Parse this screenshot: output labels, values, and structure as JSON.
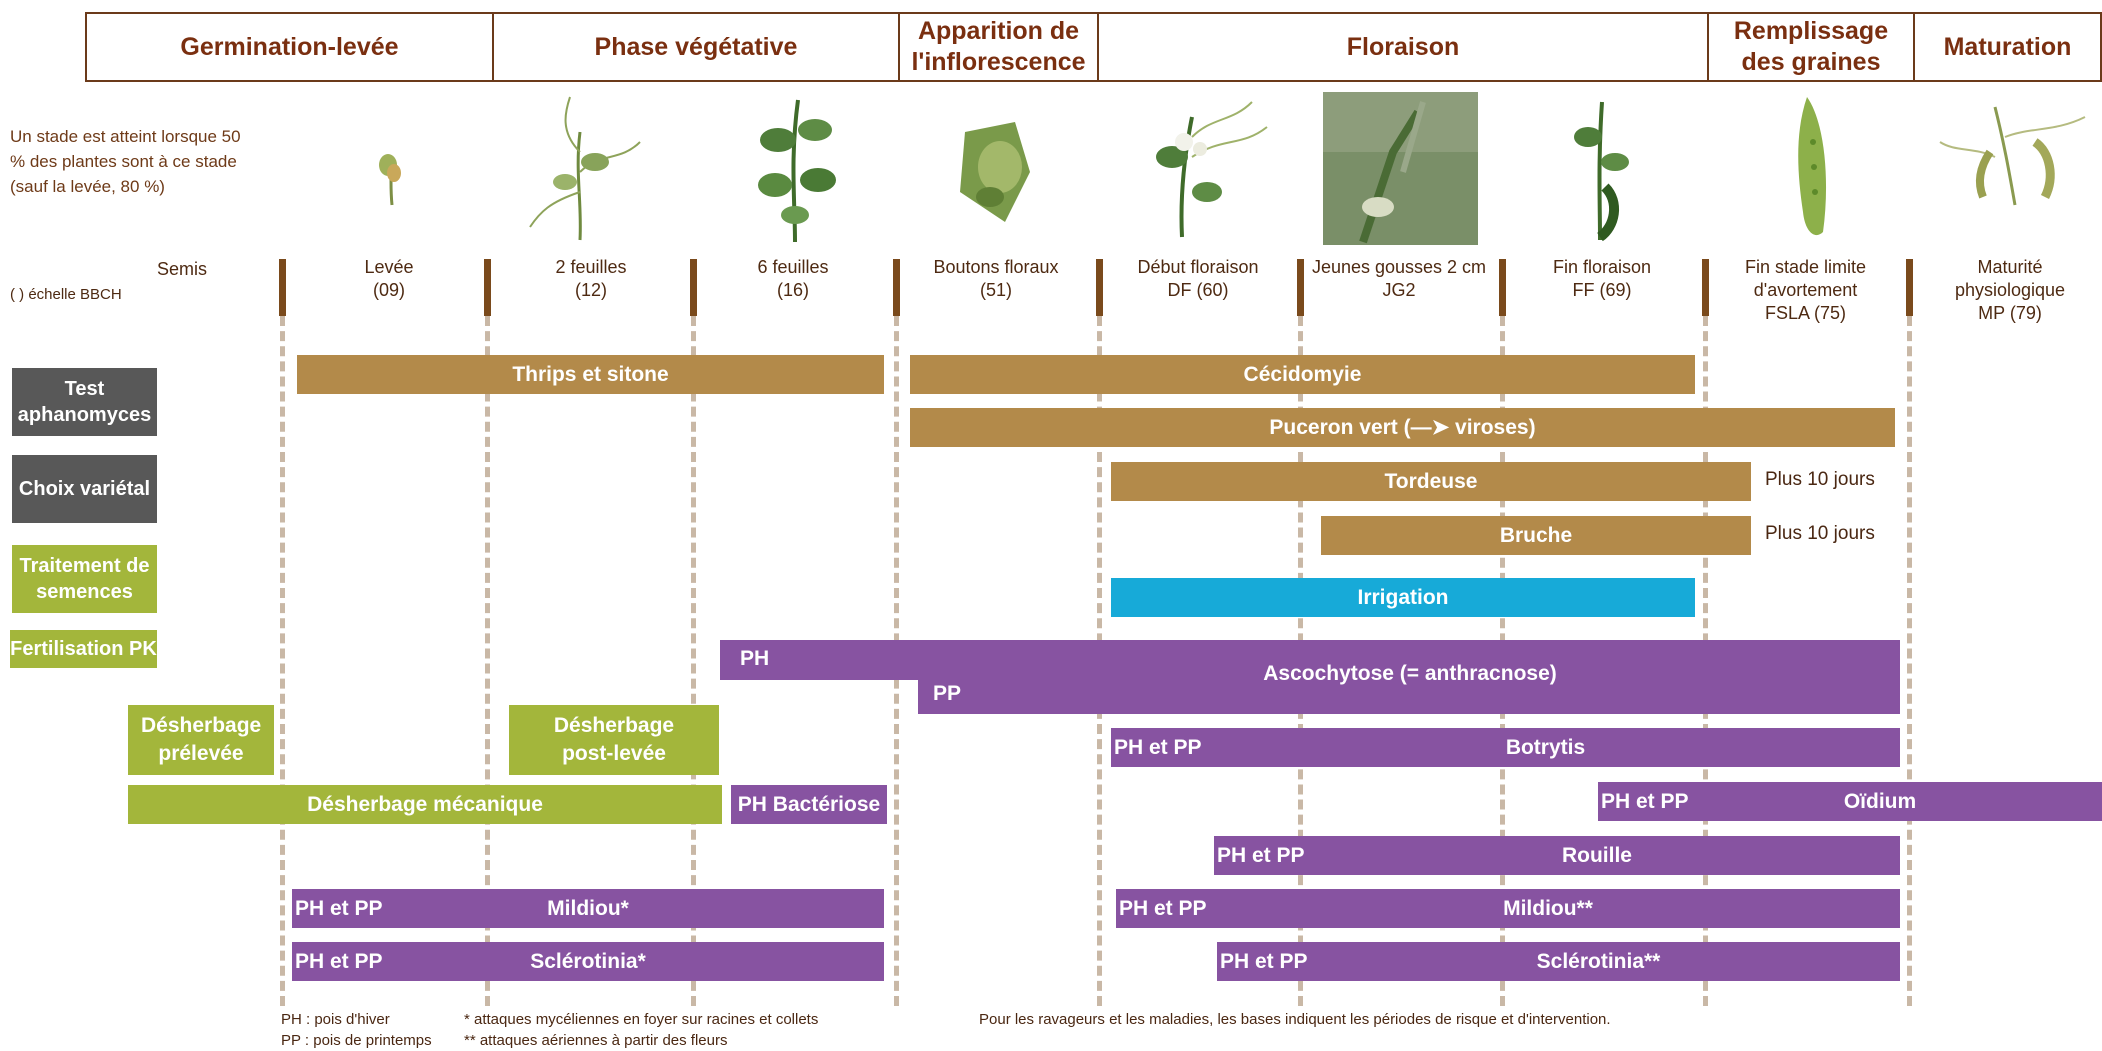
{
  "phases": [
    "Germination-levée",
    "Phase végétative",
    "Apparition de l'inflorescence",
    "Floraison",
    "Remplissage des graines",
    "Maturation"
  ],
  "note": "Un stade est atteint lorsque 50 % des plantes sont à ce stade (sauf la levée, 80 %)",
  "bbch_label": "( ) échelle BBCH",
  "stages": [
    {
      "name": "Semis",
      "code": ""
    },
    {
      "name": "Levée",
      "code": "(09)"
    },
    {
      "name": "2 feuilles",
      "code": "(12)"
    },
    {
      "name": "6 feuilles",
      "code": "(16)"
    },
    {
      "name": "Boutons floraux",
      "code": "(51)"
    },
    {
      "name": "Début floraison",
      "code": "DF (60)"
    },
    {
      "name": "Jeunes gousses 2 cm",
      "code": "JG2"
    },
    {
      "name": "Fin floraison",
      "code": "FF (69)"
    },
    {
      "name": "Fin stade limite d'avortement",
      "code": "FSLA (75)"
    },
    {
      "name": "Maturité physiologique",
      "code": "MP (79)"
    }
  ],
  "side_items": [
    "Test aphanomyces",
    "Choix variétal",
    "Traitement de semences",
    "Fertilisation PK"
  ],
  "bars": {
    "thrips": "Thrips et sitone",
    "cecidomyie": "Cécidomyie",
    "puceron": "Puceron vert (—➤ viroses)",
    "tordeuse": "Tordeuse",
    "bruche": "Bruche",
    "irrigation": "Irrigation",
    "ascochytose": "Ascochytose  (= anthracnose)",
    "ascochytose_ph": "PH",
    "ascochytose_pp": "PP",
    "desherbage_prelevee": "Désherbage prélevée",
    "desherbage_postlevee": "Désherbage post-levée",
    "desherbage_mecanique": "Désherbage mécanique",
    "bacteriose": "PH Bactériose",
    "botrytis": "Botrytis",
    "oidium": "Oïdium",
    "rouille": "Rouille",
    "mildiou_early": "Mildiou*",
    "mildiou_late": "Mildiou**",
    "sclerotinia_early": "Sclérotinia*",
    "sclerotinia_late": "Sclérotinia**",
    "ph_et_pp": "PH et PP",
    "plus_10_jours": "Plus 10 jours"
  },
  "footer": {
    "ph": "PH : pois d'hiver",
    "pp": "PP : pois de printemps",
    "star1": "* attaques mycéliennes en foyer sur racines et collets",
    "star2": "** attaques aériennes à partir des fleurs",
    "note": "Pour les ravageurs et les maladies, les bases indiquent les périodes de risque et d'intervention."
  },
  "colors": {
    "header_text": "#7a2f10",
    "ravageurs": "#b38a4a",
    "irrigation": "#17aad8",
    "maladies": "#8753a1",
    "desherbage": "#a3b63b",
    "tests": "#585858",
    "ticks": "#7a4a1c"
  }
}
